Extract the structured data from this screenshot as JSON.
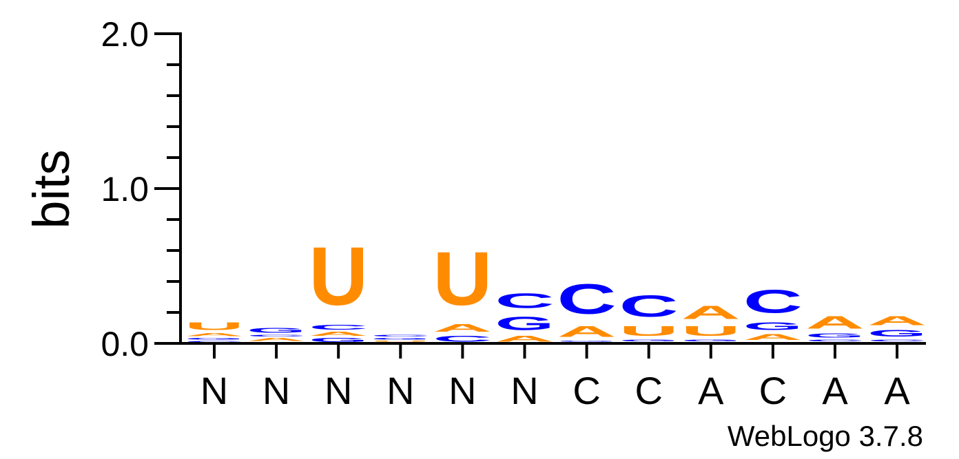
{
  "chart_data": {
    "type": "sequence-logo",
    "ylabel": "bits",
    "ylim": [
      0,
      2.0
    ],
    "ytick_labels": [
      "0.0",
      "1.0",
      "2.0"
    ],
    "credit": "WebLogo 3.7.8",
    "colors": {
      "A": "#ff8c00",
      "U": "#ff8c00",
      "C": "#0000ff",
      "G": "#0000ff"
    },
    "positions": [
      {
        "consensus": "N",
        "stack": [
          {
            "letter": "C",
            "bits": 0.02
          },
          {
            "letter": "G",
            "bits": 0.02
          },
          {
            "letter": "A",
            "bits": 0.03
          },
          {
            "letter": "U",
            "bits": 0.08
          }
        ]
      },
      {
        "consensus": "N",
        "stack": [
          {
            "letter": "U",
            "bits": 0.01
          },
          {
            "letter": "A",
            "bits": 0.03
          },
          {
            "letter": "C",
            "bits": 0.02
          },
          {
            "letter": "G",
            "bits": 0.05
          }
        ]
      },
      {
        "consensus": "N",
        "stack": [
          {
            "letter": "G",
            "bits": 0.04
          },
          {
            "letter": "A",
            "bits": 0.04
          },
          {
            "letter": "C",
            "bits": 0.05
          },
          {
            "letter": "U",
            "bits": 0.6
          }
        ]
      },
      {
        "consensus": "N",
        "stack": [
          {
            "letter": "A",
            "bits": 0.01
          },
          {
            "letter": "U",
            "bits": 0.01
          },
          {
            "letter": "G",
            "bits": 0.02
          },
          {
            "letter": "C",
            "bits": 0.02
          }
        ]
      },
      {
        "consensus": "N",
        "stack": [
          {
            "letter": "C",
            "bits": 0.06
          },
          {
            "letter": "A",
            "bits": 0.08
          },
          {
            "letter": "U",
            "bits": 0.55
          }
        ]
      },
      {
        "consensus": "N",
        "stack": [
          {
            "letter": "A",
            "bits": 0.06
          },
          {
            "letter": "G",
            "bits": 0.14
          },
          {
            "letter": "C",
            "bits": 0.15
          }
        ]
      },
      {
        "consensus": "C",
        "stack": [
          {
            "letter": "U",
            "bits": 0.01
          },
          {
            "letter": "G",
            "bits": 0.01
          },
          {
            "letter": "A",
            "bits": 0.11
          },
          {
            "letter": "C",
            "bits": 0.31
          }
        ]
      },
      {
        "consensus": "C",
        "stack": [
          {
            "letter": "A",
            "bits": 0.01
          },
          {
            "letter": "G",
            "bits": 0.02
          },
          {
            "letter": "U",
            "bits": 0.1
          },
          {
            "letter": "C",
            "bits": 0.22
          }
        ]
      },
      {
        "consensus": "A",
        "stack": [
          {
            "letter": "C",
            "bits": 0.01
          },
          {
            "letter": "G",
            "bits": 0.02
          },
          {
            "letter": "U",
            "bits": 0.1
          },
          {
            "letter": "A",
            "bits": 0.14
          }
        ]
      },
      {
        "consensus": "C",
        "stack": [
          {
            "letter": "U",
            "bits": 0.01
          },
          {
            "letter": "A",
            "bits": 0.06
          },
          {
            "letter": "G",
            "bits": 0.08
          },
          {
            "letter": "C",
            "bits": 0.24
          }
        ]
      },
      {
        "consensus": "A",
        "stack": [
          {
            "letter": "U",
            "bits": 0.01
          },
          {
            "letter": "C",
            "bits": 0.02
          },
          {
            "letter": "G",
            "bits": 0.04
          },
          {
            "letter": "A",
            "bits": 0.13
          }
        ]
      },
      {
        "consensus": "A",
        "stack": [
          {
            "letter": "U",
            "bits": 0.01
          },
          {
            "letter": "C",
            "bits": 0.02
          },
          {
            "letter": "G",
            "bits": 0.07
          },
          {
            "letter": "A",
            "bits": 0.09
          }
        ]
      }
    ]
  }
}
